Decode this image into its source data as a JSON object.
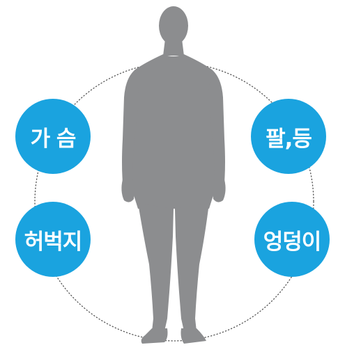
{
  "colors": {
    "bubble": "#1aa3df",
    "figure": "#8c8d8f",
    "ring": "#555555",
    "background": "#ffffff"
  },
  "figure": {
    "icon": "human-silhouette-icon"
  },
  "bubbles": {
    "chest": "가 슴",
    "arm_back": "팔,등",
    "thigh": "허벅지",
    "hip": "엉덩이"
  }
}
